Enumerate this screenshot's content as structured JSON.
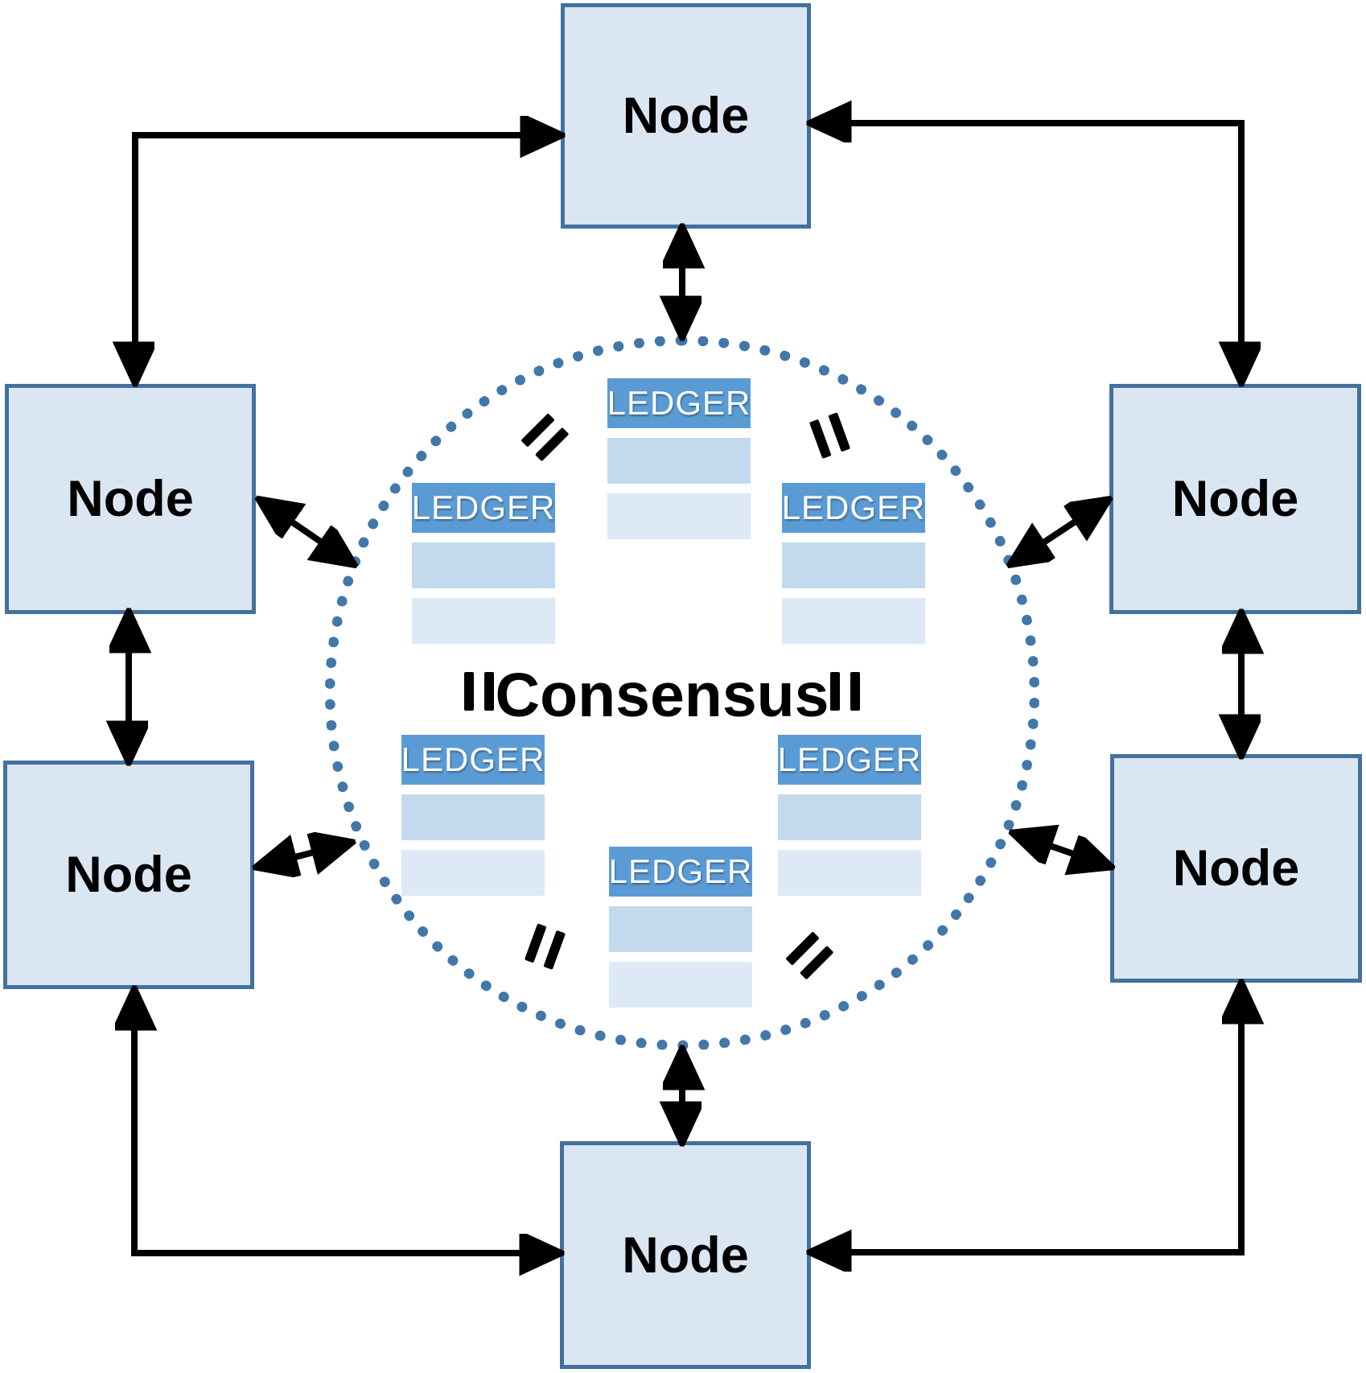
{
  "diagram": {
    "node_boxes": [
      {
        "id": "node-top",
        "label": "Node"
      },
      {
        "id": "node-left-upper",
        "label": "Node"
      },
      {
        "id": "node-right-upper",
        "label": "Node"
      },
      {
        "id": "node-left-lower",
        "label": "Node"
      },
      {
        "id": "node-right-lower",
        "label": "Node"
      },
      {
        "id": "node-bottom",
        "label": "Node"
      }
    ],
    "consensus_label": "Consensus",
    "ledger_blocks": [
      {
        "id": "ledger-top-center",
        "title": "LEDGER"
      },
      {
        "id": "ledger-upper-left",
        "title": "LEDGER"
      },
      {
        "id": "ledger-upper-right",
        "title": "LEDGER"
      },
      {
        "id": "ledger-lower-left",
        "title": "LEDGER"
      },
      {
        "id": "ledger-lower-right",
        "title": "LEDGER"
      },
      {
        "id": "ledger-bottom-center",
        "title": "LEDGER"
      }
    ],
    "equals_icon": "="
  },
  "colors": {
    "node_fill": "#dbe6f3",
    "node_border": "#44709d",
    "ledger_header_bg": "#5b9bd5",
    "ledger_header_text": "#ffffff",
    "ledger_row1": "#c3d9ee",
    "ledger_row2": "#dde9f6",
    "circle_dots": "#4377a9",
    "arrow": "#000000",
    "label_text": "#000000"
  }
}
